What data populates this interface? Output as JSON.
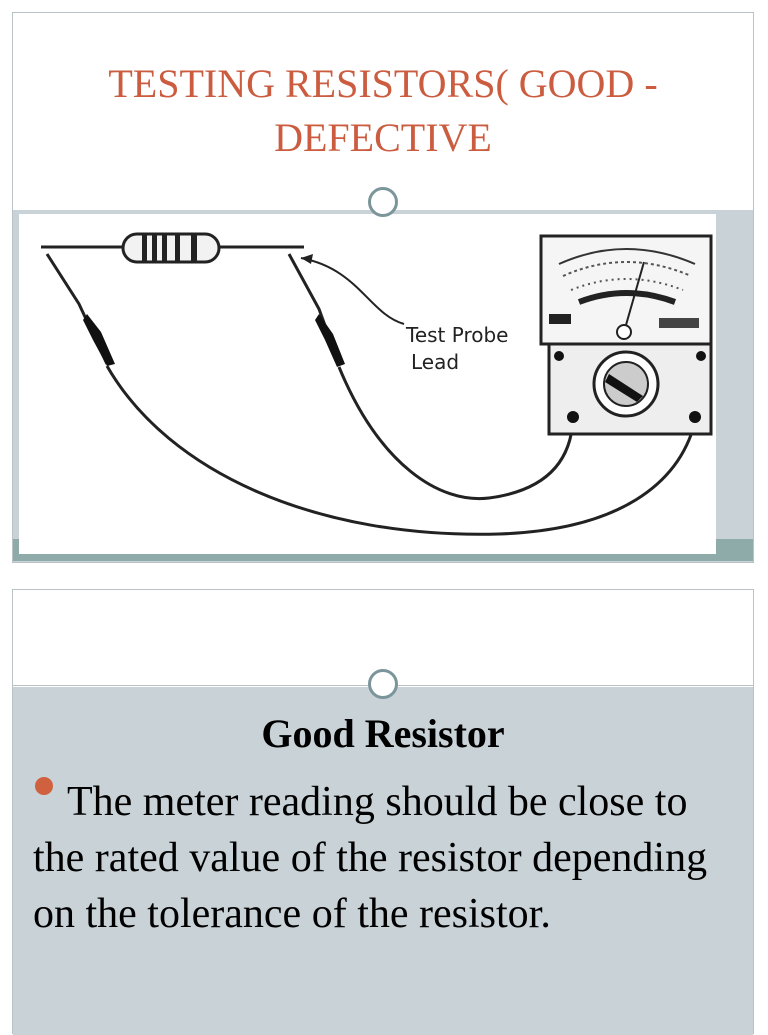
{
  "slide1": {
    "title": "TESTING RESISTORS( GOOD -DEFECTIVE",
    "diagram": {
      "annotation_line1": "Test Probe",
      "annotation_line2": "Lead"
    }
  },
  "slide2": {
    "heading": "Good Resistor",
    "bullet_text": "The meter reading should be close to the rated value of the resistor depending on the tolerance of the resistor."
  },
  "colors": {
    "title": "#cb5c3f",
    "panel": "#c8d2d7",
    "accent_bar": "#8eaaa9",
    "bullet": "#d0613f",
    "marker_ring": "#7b959b"
  }
}
